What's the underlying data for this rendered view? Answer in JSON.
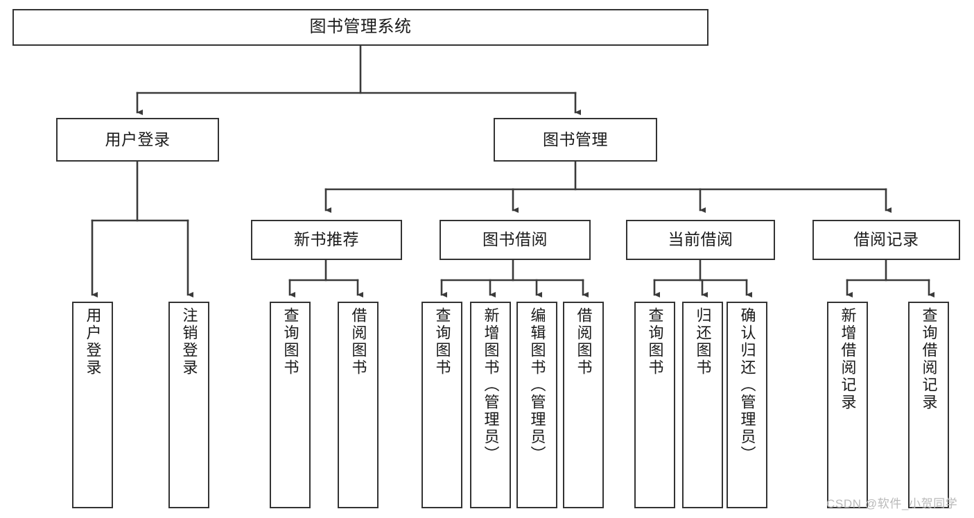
{
  "diagram": {
    "title": "图书管理系统",
    "type": "tree-hierarchy-chart",
    "colors": {
      "box_border": "#333333",
      "box_fill": "#ffffff",
      "connector": "#3a3a3a",
      "text": "#1a1a1a",
      "watermark": "#b9b9b9",
      "background": "#ffffff"
    },
    "nodes": {
      "root": {
        "label": "图书管理系统"
      },
      "level2": [
        {
          "label": "用户登录"
        },
        {
          "label": "图书管理"
        }
      ],
      "level3": [
        {
          "label": "新书推荐"
        },
        {
          "label": "图书借阅"
        },
        {
          "label": "当前借阅"
        },
        {
          "label": "借阅记录"
        }
      ],
      "leaves": {
        "user_login": [
          {
            "label": "用户登录"
          },
          {
            "label": "注销登录"
          }
        ],
        "new_book_recommend": [
          {
            "label": "查询图书"
          },
          {
            "label": "借阅图书"
          }
        ],
        "book_borrow": [
          {
            "label": "查询图书"
          },
          {
            "label": "新增图书（管理员）"
          },
          {
            "label": "编辑图书（管理员）"
          },
          {
            "label": "借阅图书"
          }
        ],
        "current_borrow": [
          {
            "label": "查询图书"
          },
          {
            "label": "归还图书"
          },
          {
            "label": "确认归还（管理员）"
          }
        ],
        "borrow_record": [
          {
            "label": "新增借阅记录"
          },
          {
            "label": "查询借阅记录"
          }
        ]
      }
    },
    "watermark": "CSDN @软件_小贺同学"
  }
}
